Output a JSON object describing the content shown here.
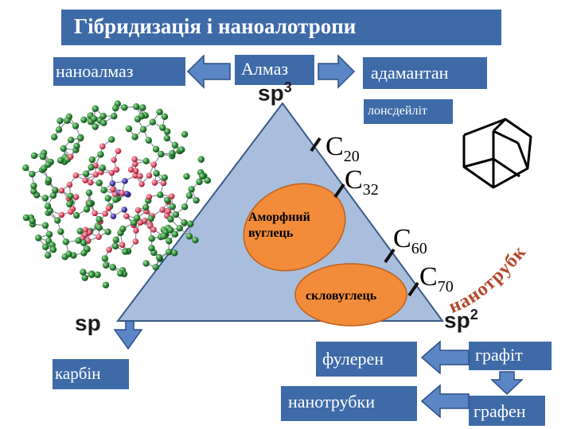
{
  "title": "Гібридизація і наноалотропи",
  "boxes": {
    "nanodiamond": "наноалмаз",
    "diamond": "Алмаз",
    "adamantane": "адамантан",
    "lonsdaleite": "лонсдейліт",
    "carbyne": "карбін",
    "fullerene": "фулерен",
    "nanotubes": "нанотрубки",
    "graphite": "графіт",
    "graphene": "графен"
  },
  "hybridization": {
    "sp3": "sp",
    "sp3_sup": "3",
    "sp": "sp",
    "sp2": "sp",
    "sp2_sup": "2"
  },
  "fullerenes": {
    "c20": "C",
    "c20_sub": "20",
    "c32": "C",
    "c32_sub": "32",
    "c60": "C",
    "c60_sub": "60",
    "c70": "C",
    "c70_sub": "70"
  },
  "regions": {
    "amorphous_line1": "Аморфний",
    "amorphous_line2": "вуглець",
    "glassy": "скловуглець",
    "nanotubes_arc": "нанотрубки"
  },
  "colors": {
    "box_fill": "#3e6aa8",
    "triangle_fill": "#a8bedc",
    "ellipse_fill": "#f28c3a",
    "arrow_fill": "#5a86c6",
    "arc_text": "#b4472c"
  }
}
